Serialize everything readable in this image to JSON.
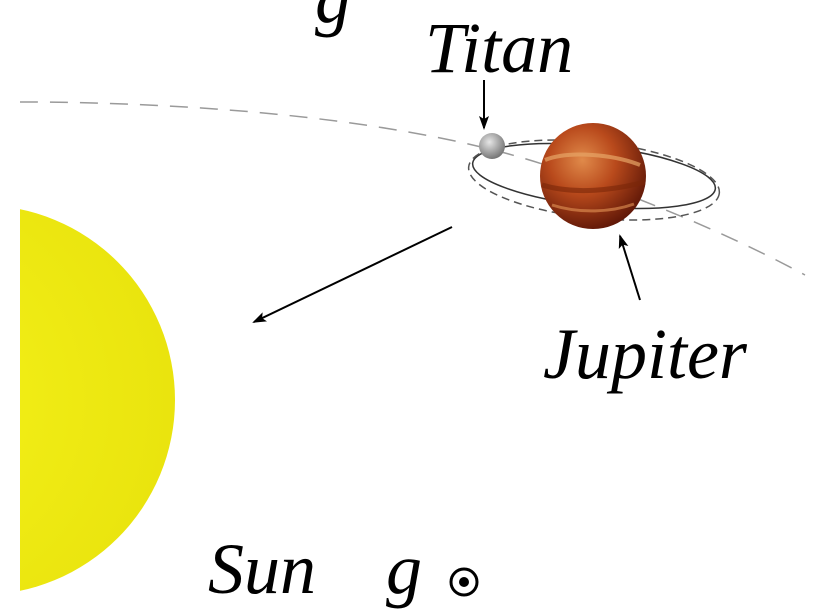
{
  "labels": {
    "titan": "Titan",
    "jupiter": "Jupiter",
    "sun": "Sun",
    "g_symbol": "g",
    "g_top": "g"
  },
  "colors": {
    "sun": "#f2ee10",
    "jupiter": "#b84a1e",
    "titan": "#a8a8a8",
    "orbit": "#8a8a8a",
    "arrow": "#000000"
  },
  "icons": {
    "sun_subscript": "sun-symbol-icon"
  }
}
